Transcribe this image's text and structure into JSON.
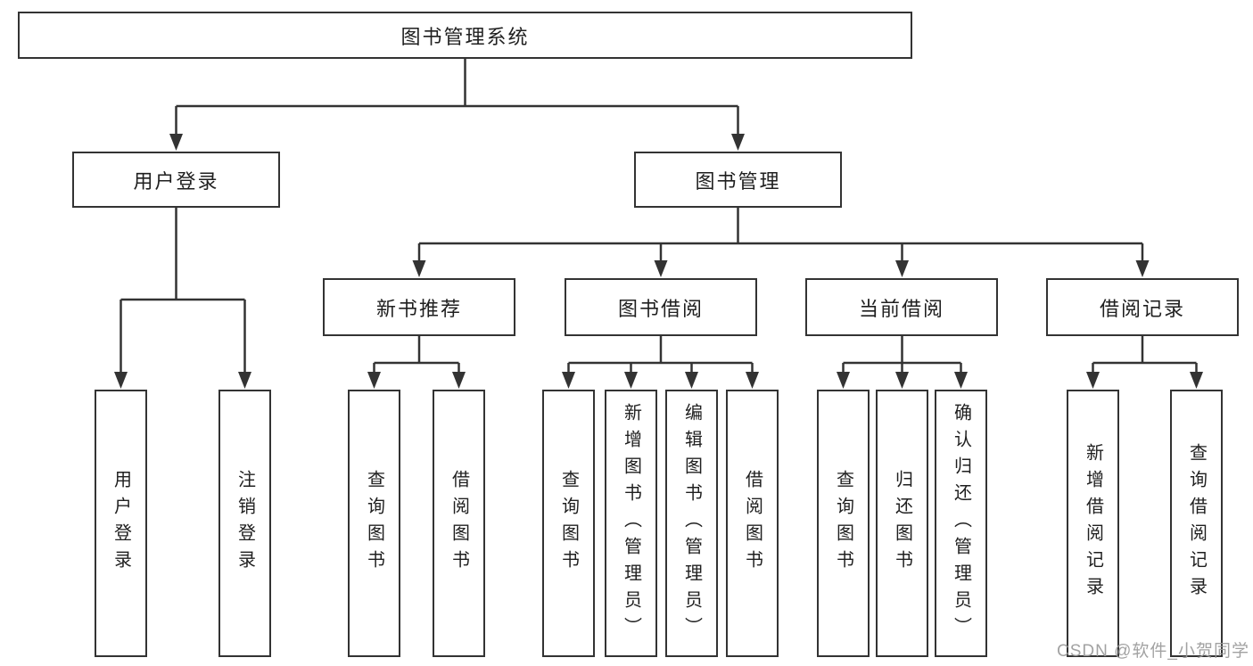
{
  "diagram": {
    "root": "图书管理系统",
    "level2": [
      "用户登录",
      "图书管理"
    ],
    "level3": [
      "新书推荐",
      "图书借阅",
      "当前借阅",
      "借阅记录"
    ],
    "leaves": [
      [
        "用户登录",
        "注销登录"
      ],
      [
        "查询图书",
        "借阅图书"
      ],
      [
        "查询图书",
        "新增图书（管理员）",
        "编辑图书（管理员）",
        "借阅图书"
      ],
      [
        "查询图书",
        "归还图书",
        "确认归还（管理员）"
      ],
      [
        "新增借阅记录",
        "查询借阅记录"
      ]
    ]
  },
  "watermark": "CSDN @软件_小贺同学",
  "colors": {
    "line": "#333333",
    "text": "#1f1f1f",
    "watermark": "#9b9b9b",
    "background": "#ffffff"
  }
}
